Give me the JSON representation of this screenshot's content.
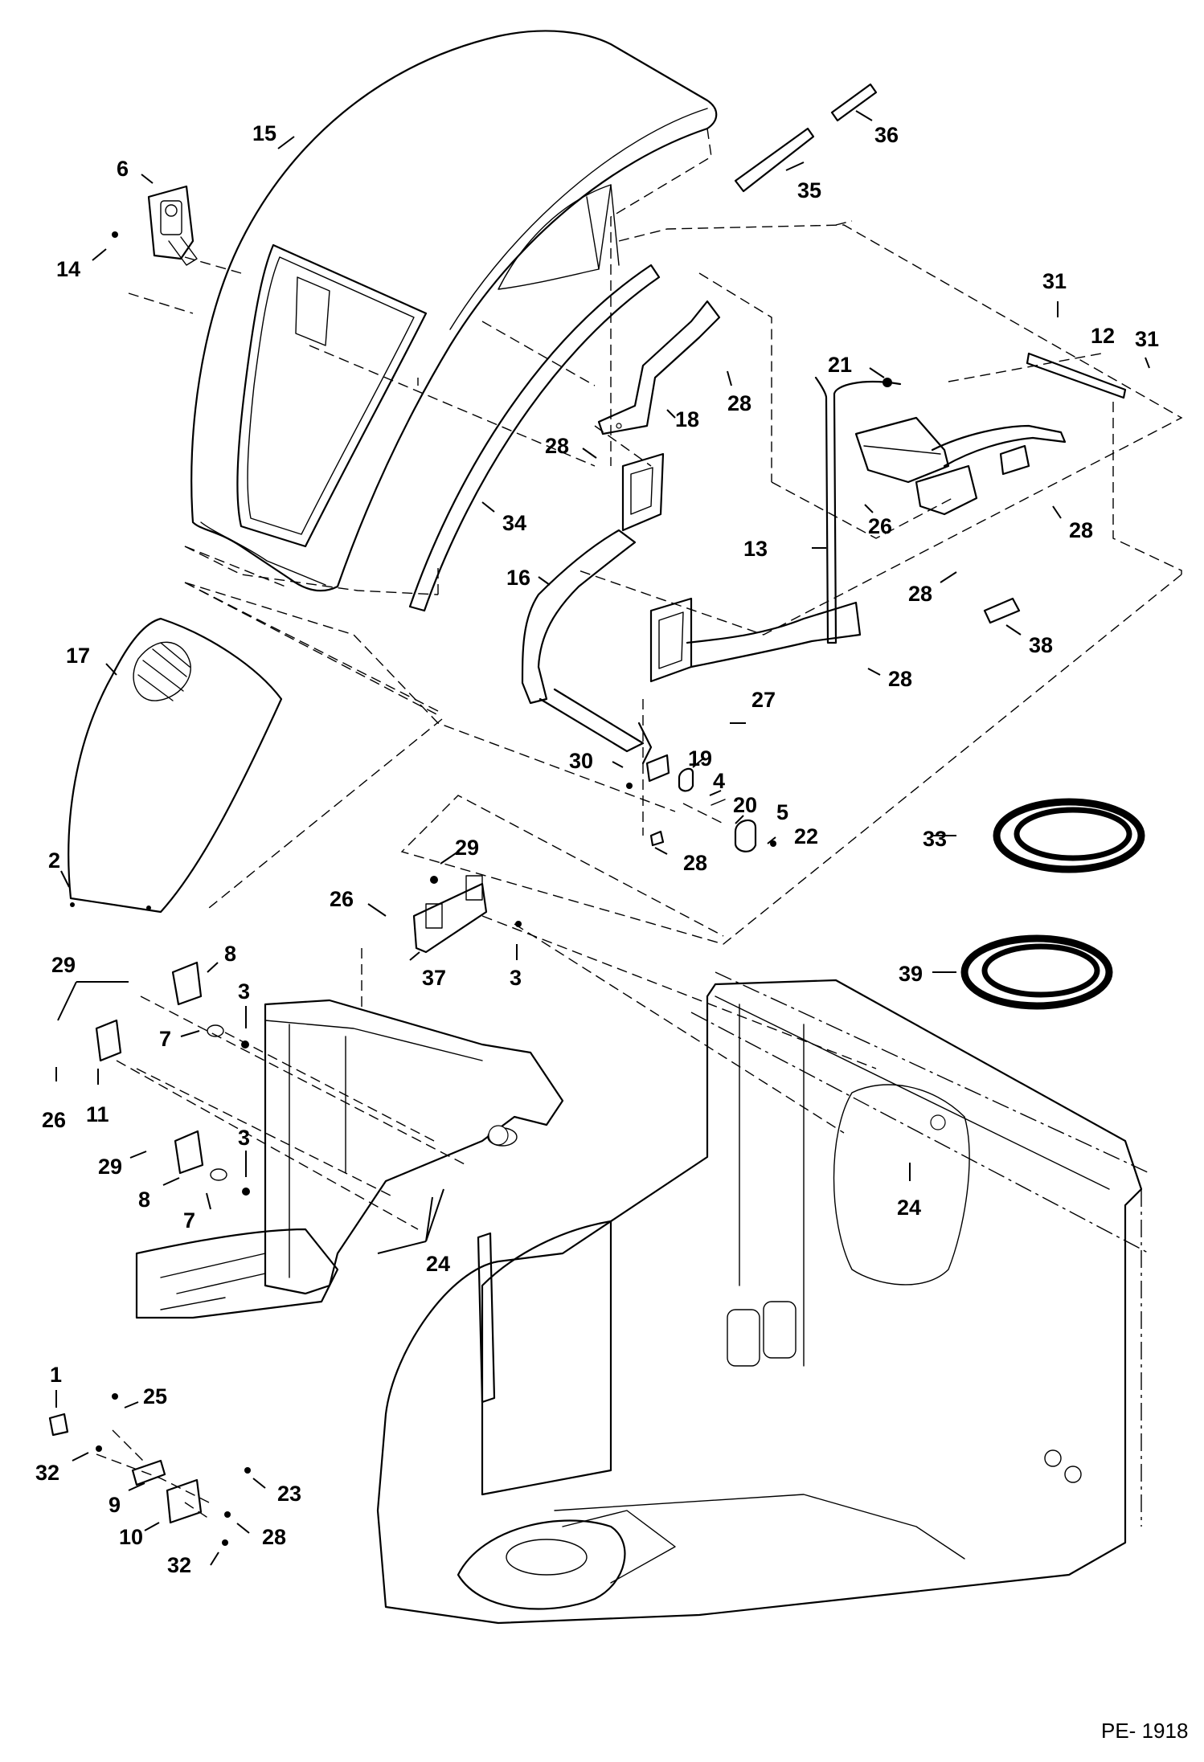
{
  "figure_ref": "PE- 1918",
  "callouts": {
    "c1": "1",
    "c2": "2",
    "c3a": "3",
    "c3b": "3",
    "c3c": "3",
    "c4": "4",
    "c5": "5",
    "c6": "6",
    "c7a": "7",
    "c7b": "7",
    "c8a": "8",
    "c8b": "8",
    "c9": "9",
    "c10": "10",
    "c11": "11",
    "c12": "12",
    "c13": "13",
    "c14": "14",
    "c15": "15",
    "c16": "16",
    "c17": "17",
    "c18": "18",
    "c19": "19",
    "c20": "20",
    "c21": "21",
    "c22": "22",
    "c23": "23",
    "c24a": "24",
    "c24b": "24",
    "c25": "25",
    "c26a": "26",
    "c26b": "26",
    "c26c": "26",
    "c27": "27",
    "c28a": "28",
    "c28b": "28",
    "c28c": "28",
    "c28d": "28",
    "c28e": "28",
    "c28f": "28",
    "c28g": "28",
    "c29a": "29",
    "c29b": "29",
    "c29c": "29",
    "c30": "30",
    "c31a": "31",
    "c31b": "31",
    "c32a": "32",
    "c32b": "32",
    "c33": "33",
    "c34": "34",
    "c35": "35",
    "c36": "36",
    "c37": "37",
    "c38": "38",
    "c39": "39"
  }
}
